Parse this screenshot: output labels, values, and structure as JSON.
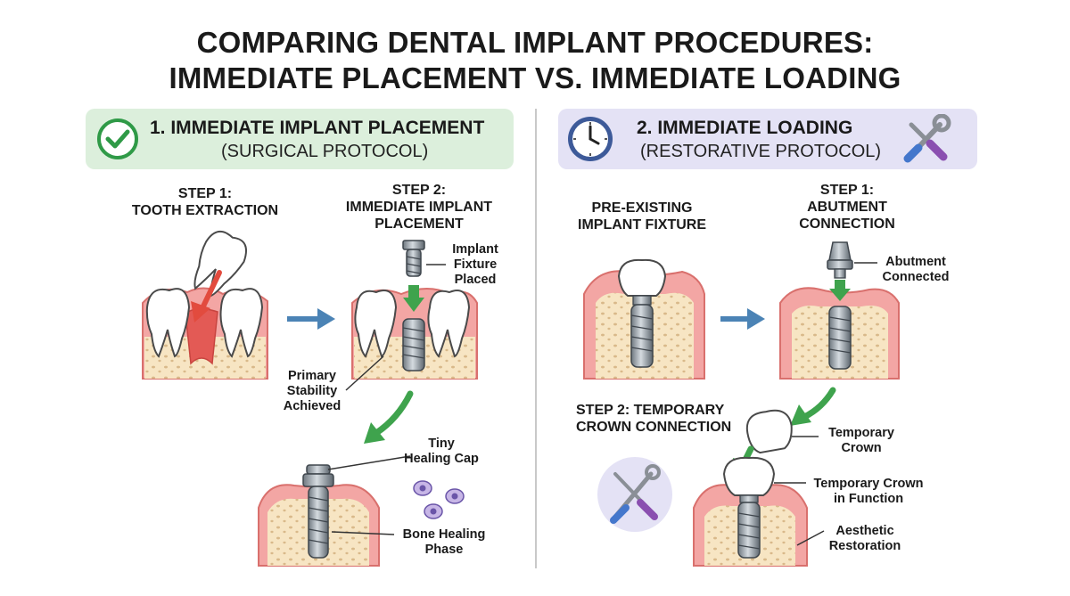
{
  "title": {
    "line1": "COMPARING DENTAL IMPLANT PROCEDURES:",
    "line2": "IMMEDIATE PLACEMENT VS. IMMEDIATE LOADING"
  },
  "left": {
    "banner_title": "1. IMMEDIATE IMPLANT PLACEMENT",
    "banner_sub": "(SURGICAL PROTOCOL)",
    "step1": [
      "STEP 1:",
      "TOOTH EXTRACTION"
    ],
    "step2": [
      "STEP 2:",
      "IMMEDIATE IMPLANT",
      "PLACEMENT"
    ],
    "ann_implant": [
      "Implant",
      "Fixture",
      "Placed"
    ],
    "ann_stability": [
      "Primary",
      "Stability",
      "Achieved"
    ],
    "ann_cap": [
      "Tiny",
      "Healing Cap"
    ],
    "ann_bone": [
      "Bone Healing",
      "Phase"
    ]
  },
  "right": {
    "banner_title": "2. IMMEDIATE LOADING",
    "banner_sub": "(RESTORATIVE PROTOCOL)",
    "pre": [
      "PRE-EXISTING",
      "IMPLANT FIXTURE"
    ],
    "step1": [
      "STEP 1:",
      "ABUTMENT",
      "CONNECTION"
    ],
    "ann_abutment": [
      "Abutment",
      "Connected"
    ],
    "step2": [
      "STEP 2: TEMPORARY",
      "CROWN CONNECTION"
    ],
    "ann_temp": [
      "Temporary",
      "Crown"
    ],
    "ann_function": [
      "Temporary Crown",
      "in Function"
    ],
    "ann_aesthetic": [
      "Aesthetic",
      "Restoration"
    ]
  },
  "colors": {
    "gum": "#f3a6a4",
    "gum_edge": "#d9706d",
    "bone": "#f7e5c3",
    "arrow_blue": "#4b83b5",
    "arrow_green": "#3fa34d",
    "arrow_red": "#e24b3e",
    "banner_green": "#dcefdc",
    "banner_purple": "#e4e2f5"
  },
  "icons": [
    "check-circle-icon",
    "clock-icon",
    "tools-icon"
  ]
}
